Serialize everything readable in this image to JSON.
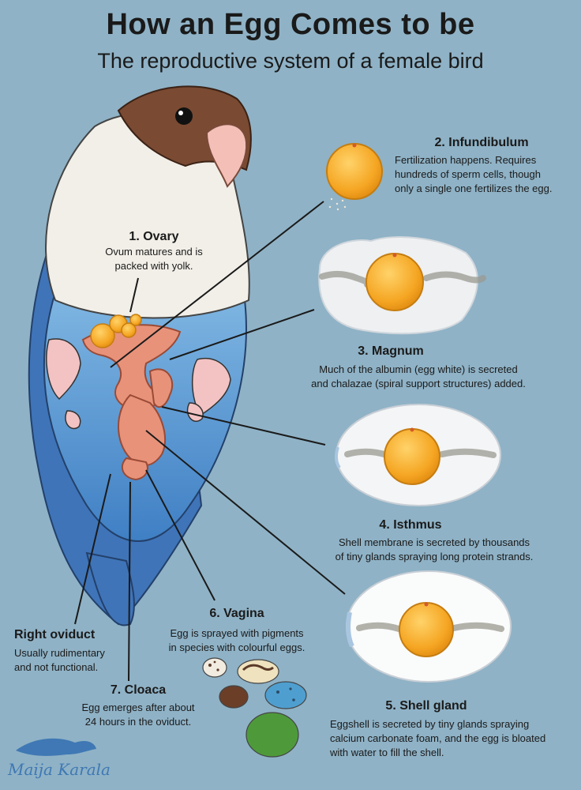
{
  "title": "How an Egg Comes to be",
  "subtitle": "The reproductive system of a female bird",
  "stages": {
    "ovary": {
      "heading": "1. Ovary",
      "line1": "Ovum matures and is",
      "line2": "packed with yolk."
    },
    "infundibulum": {
      "heading": "2. Infundibulum",
      "line1": "Fertilization happens. Requires",
      "line2": "hundreds of sperm cells, though",
      "line3": "only a single one fertilizes the egg."
    },
    "magnum": {
      "heading": "3. Magnum",
      "line1": "Much of the albumin (egg white) is secreted",
      "line2": "and chalazae (spiral support structures) added."
    },
    "isthmus": {
      "heading": "4. Isthmus",
      "line1": "Shell membrane is secreted by thousands",
      "line2": "of tiny glands spraying long protein strands."
    },
    "shell_gland": {
      "heading": "5. Shell gland",
      "line1": "Eggshell is secreted by tiny glands spraying",
      "line2": "calcium carbonate foam, and the egg is bloated",
      "line3": "with water to fill the shell."
    },
    "vagina": {
      "heading": "6. Vagina",
      "line1": "Egg is sprayed with pigments",
      "line2": "in species with colourful eggs."
    },
    "cloaca": {
      "heading": "7. Cloaca",
      "line1": "Egg emerges after about",
      "line2": "24 hours in the oviduct."
    },
    "right_oviduct": {
      "heading": "Right oviduct",
      "line1": "Usually rudimentary",
      "line2": "and not functional."
    }
  },
  "signature": "Maija Karala",
  "colors": {
    "background": "#8fb2c6",
    "yolk": "#f5a623",
    "albumen": "#eef0f2",
    "oviduct": "#e8927a",
    "bird_blue": "#5b93cf",
    "bird_head": "#7a4a32"
  }
}
